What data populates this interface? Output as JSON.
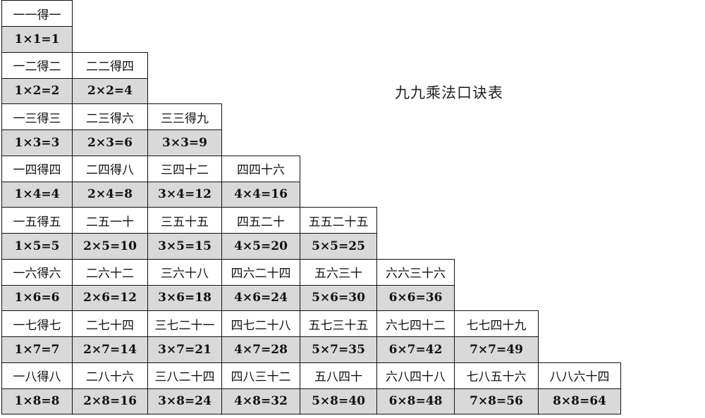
{
  "title": "九九乘法口诀表",
  "colors": {
    "verse_bg": "#ffffff",
    "equation_bg": "#d9d9d9",
    "border": "#111111",
    "text": "#111111"
  },
  "rows": [
    {
      "verses": [
        "一一得一"
      ],
      "equations": [
        "1×1=1"
      ]
    },
    {
      "verses": [
        "一二得二",
        "二二得四"
      ],
      "equations": [
        "1×2=2",
        "2×2=4"
      ]
    },
    {
      "verses": [
        "一三得三",
        "二三得六",
        "三三得九"
      ],
      "equations": [
        "1×3=3",
        "2×3=6",
        "3×3=9"
      ]
    },
    {
      "verses": [
        "一四得四",
        "二四得八",
        "三四十二",
        "四四十六"
      ],
      "equations": [
        "1×4=4",
        "2×4=8",
        "3×4=12",
        "4×4=16"
      ]
    },
    {
      "verses": [
        "一五得五",
        "二五一十",
        "三五十五",
        "四五二十",
        "五五二十五"
      ],
      "equations": [
        "1×5=5",
        "2×5=10",
        "3×5=15",
        "4×5=20",
        "5×5=25"
      ]
    },
    {
      "verses": [
        "一六得六",
        "二六十二",
        "三六十八",
        "四六二十四",
        "五六三十",
        "六六三十六"
      ],
      "equations": [
        "1×6=6",
        "2×6=12",
        "3×6=18",
        "4×6=24",
        "5×6=30",
        "6×6=36"
      ]
    },
    {
      "verses": [
        "一七得七",
        "二七十四",
        "三七二十一",
        "四七二十八",
        "五七三十五",
        "六七四十二",
        "七七四十九"
      ],
      "equations": [
        "1×7=7",
        "2×7=14",
        "3×7=21",
        "4×7=28",
        "5×7=35",
        "6×7=42",
        "7×7=49"
      ]
    },
    {
      "verses": [
        "一八得八",
        "二八十六",
        "三八二十四",
        "四八三十二",
        "五八四十",
        "六八四十八",
        "七八五十六",
        "八八六十四"
      ],
      "equations": [
        "1×8=8",
        "2×8=16",
        "3×8=24",
        "4×8=32",
        "5×8=40",
        "6×8=48",
        "7×8=56",
        "8×8=64"
      ]
    }
  ]
}
